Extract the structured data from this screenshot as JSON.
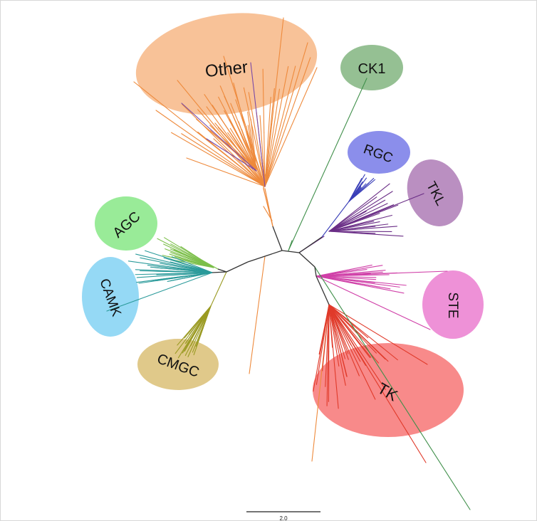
{
  "clades": [
    {
      "id": "other",
      "label": "Other",
      "fill": "#f7b98a",
      "branch": "#ee8a3c"
    },
    {
      "id": "ck1",
      "label": "CK1",
      "fill": "#86b784",
      "branch": "#3f8f4a"
    },
    {
      "id": "rgc",
      "label": "RGC",
      "fill": "#7b7ee8",
      "branch": "#3a3fb8"
    },
    {
      "id": "tkl",
      "label": "TKL",
      "fill": "#b07fb8",
      "branch": "#6a2d86"
    },
    {
      "id": "agc",
      "label": "AGC",
      "fill": "#8be88a",
      "branch": "#7cbf4a"
    },
    {
      "id": "camk",
      "label": "CAMK",
      "fill": "#86d4f4",
      "branch": "#2a9a9a"
    },
    {
      "id": "cmgc",
      "label": "CMGC",
      "fill": "#dcc27a",
      "branch": "#9a9a22"
    },
    {
      "id": "ste",
      "label": "STE",
      "fill": "#ec82d2",
      "branch": "#d040a8"
    },
    {
      "id": "tk",
      "label": "TK",
      "fill": "#f77a7a",
      "branch": "#e03a2a"
    }
  ],
  "backbone_color": "#333333",
  "scale_bar": {
    "label": "2.0"
  }
}
